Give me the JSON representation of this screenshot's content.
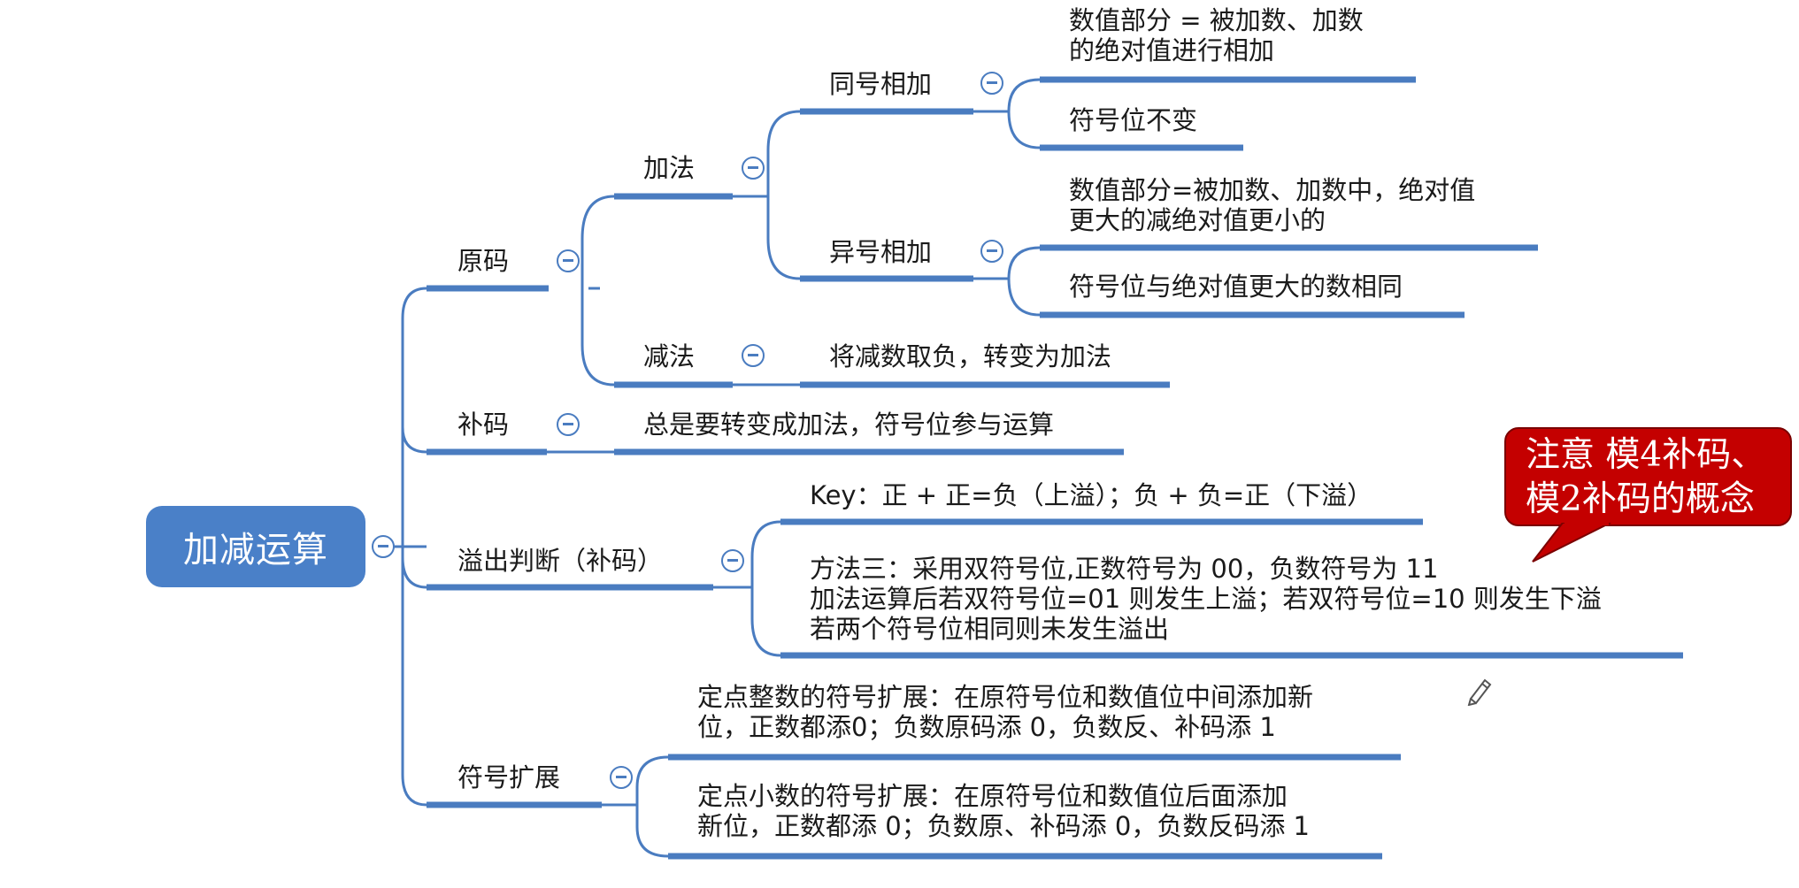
{
  "colors": {
    "line": "#4a7cc0",
    "root_fill": "#4a80c8",
    "callout_fill": "#c40000"
  },
  "root": {
    "label": "加减运算"
  },
  "branches": {
    "yuanma": {
      "label": "原码",
      "jiafa": {
        "label": "加法",
        "tonghao": {
          "label": "同号相加",
          "leaf1": [
            "数值部分 = 被加数、加数",
            "的绝对值进行相加"
          ],
          "leaf2": "符号位不变"
        },
        "yihao": {
          "label": "异号相加",
          "leaf1": [
            "数值部分=被加数、加数中，绝对值",
            "更大的减绝对值更小的"
          ],
          "leaf2": "符号位与绝对值更大的数相同"
        }
      },
      "jianfa": {
        "label": "减法",
        "leaf": "将减数取负，转变为加法"
      }
    },
    "buma": {
      "label": "补码",
      "leaf": "总是要转变成加法，符号位参与运算"
    },
    "overflow": {
      "label": "溢出判断（补码）",
      "key": "Key：正 + 正=负（上溢）；负 + 负=正（下溢）",
      "method": [
        "方法三：采用双符号位,正数符号为 00，负数符号为 11",
        "加法运算后若双符号位=01 则发生上溢；若双符号位=10 则发生下溢",
        "若两个符号位相同则未发生溢出"
      ]
    },
    "extension": {
      "label": "符号扩展",
      "leaf1": [
        "定点整数的符号扩展：在原符号位和数值位中间添加新",
        "位，正数都添0；负数原码添 0，负数反、补码添 1"
      ],
      "leaf2": [
        "定点小数的符号扩展：在原符号位和数值位后面添加",
        "新位，正数都添 0；负数原、补码添 0，负数反码添 1"
      ]
    }
  },
  "callout": [
    "注意 模4补码、",
    "模2补码的概念"
  ],
  "icons": {
    "collapse": "minus-circle-icon",
    "pencil": "pencil-icon"
  }
}
